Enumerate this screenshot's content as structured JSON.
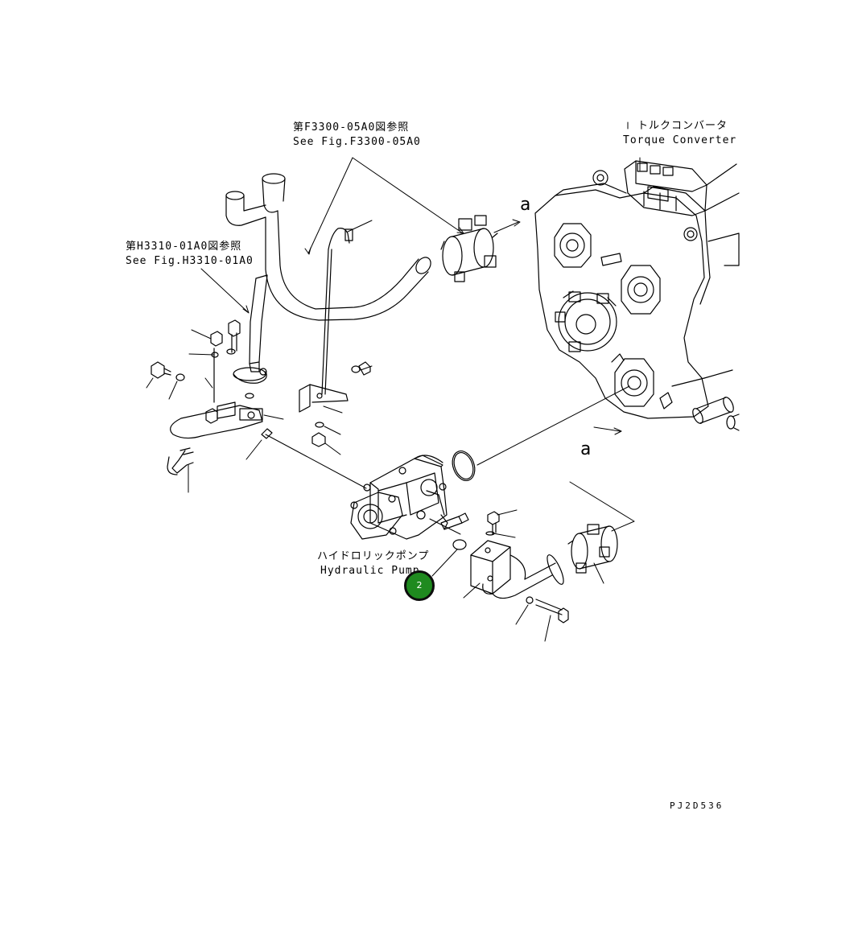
{
  "labels": {
    "ref_f3300_jp": "第F3300-05A0図参照",
    "ref_f3300_en": "See Fig.F3300-05A0",
    "ref_h3310_jp": "第H3310-01A0図参照",
    "ref_h3310_en": "See Fig.H3310-01A0",
    "torque_converter_jp": "トルクコンバータ",
    "torque_converter_en": "Torque Converter",
    "hydraulic_pump_jp": "ハイドロリックポンプ",
    "hydraulic_pump_en": "Hydraulic Pump",
    "arrow_a_top": "a",
    "arrow_a_bottom": "a",
    "drawing_code": "PJ2D536"
  },
  "callouts": [
    {
      "number": "2",
      "color": "#1f8a1f"
    }
  ]
}
